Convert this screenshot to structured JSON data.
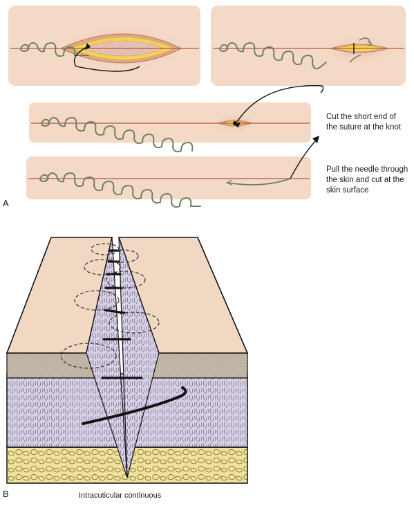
{
  "panel_a": {
    "label": "A",
    "caption_cut": [
      "Cut the short end of",
      "the suture at the knot"
    ],
    "caption_pull": [
      "Pull the needle through",
      "the skin and cut at the",
      "skin surface"
    ]
  },
  "panel_b": {
    "label": "B",
    "caption": "Intracuticular continuous"
  },
  "colors": {
    "skin": "#f3d9c6",
    "skin_glow": "#ecc4ab",
    "wound_edge": "#e0a882",
    "wound_fat": "#f3d54c",
    "wound_inner": "#e5c0b3",
    "suture": "#6f8060",
    "incision_line": "#b25a3e",
    "dermis_dots": "#b9aa98",
    "subcut": "#d9d2e8",
    "fat": "#f1e3a4",
    "ink": "#111111"
  }
}
